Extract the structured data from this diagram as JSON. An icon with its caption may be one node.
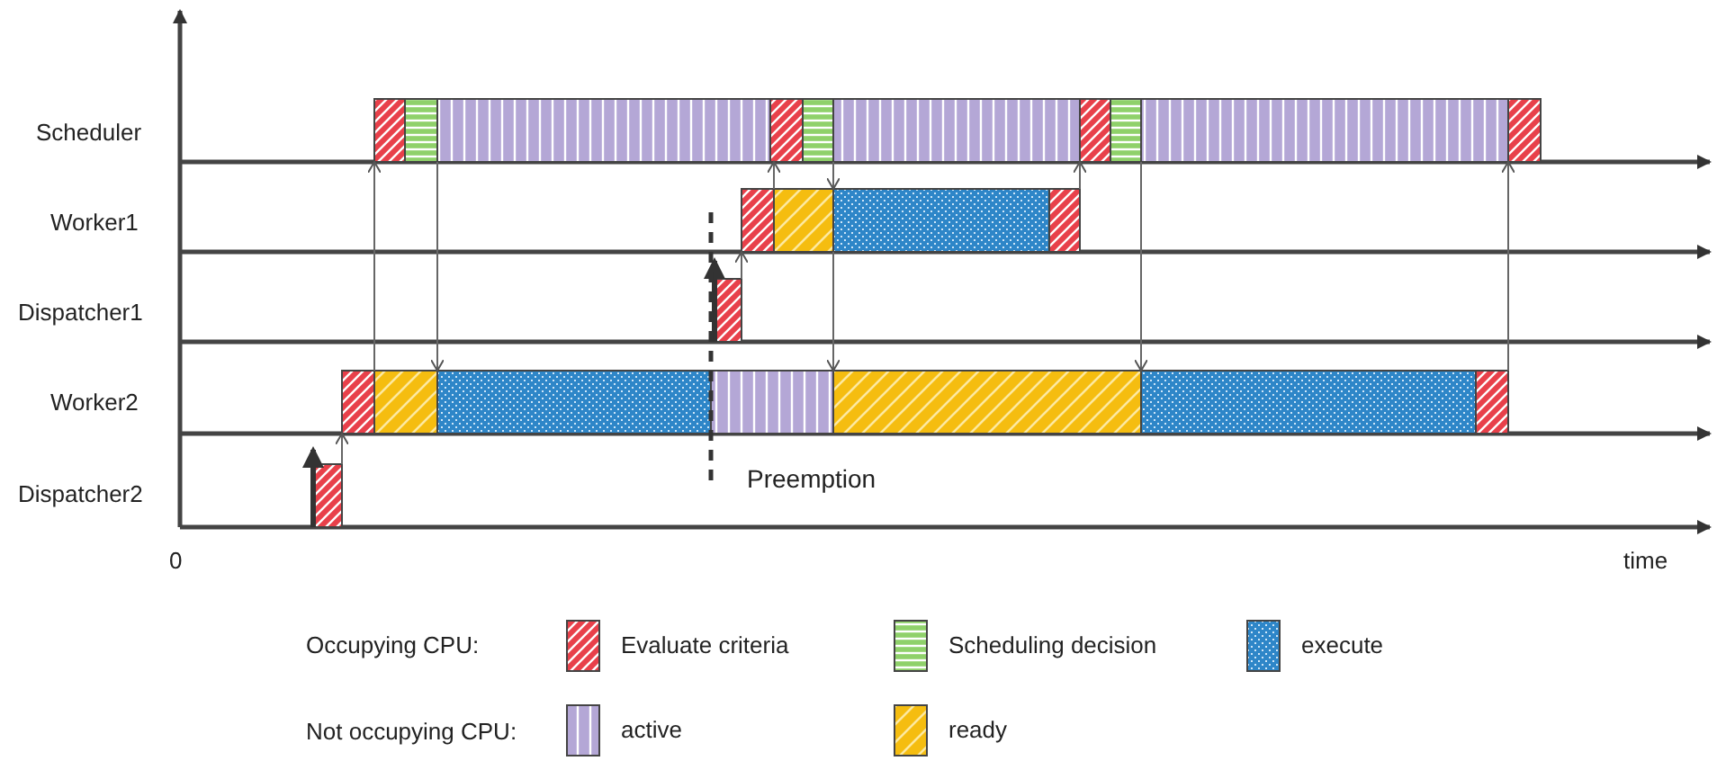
{
  "diagram": {
    "nodes": [
      {
        "text": [],
        "shape": "bar"
      },
      {
        "text": [],
        "shape": "bar"
      },
      {
        "text": [],
        "shape": "bar"
      },
      {
        "text": [],
        "shape": "bar"
      },
      {
        "text": [],
        "shape": "bar"
      },
      {
        "text": [],
        "shape": "bar"
      },
      {
        "text": [],
        "shape": "bar"
      },
      {
        "text": [],
        "shape": "bar"
      },
      {
        "text": [],
        "shape": "bar"
      },
      {
        "text": [],
        "shape": "bar"
      },
      {
        "text": [],
        "shape": "bar"
      },
      {
        "text": [],
        "shape": "bar"
      },
      {
        "text": [],
        "shape": "bar"
      },
      {
        "text": [],
        "shape": "bar"
      },
      {
        "text": [],
        "shape": "bar"
      },
      {
        "text": [],
        "shape": "bar"
      },
      {
        "text": [],
        "shape": "bar"
      },
      {
        "text": [],
        "shape": "bar"
      },
      {
        "text": [],
        "shape": "bar"
      },
      {
        "text": [],
        "shape": "bar"
      },
      {
        "text": [],
        "shape": "bar"
      },
      {
        "text": [],
        "shape": "bar"
      },
      {
        "text": [],
        "shape": "bar"
      }
    ],
    "edges": [
      {
        "from": 22,
        "to": 15,
        "arrow": "to"
      },
      {
        "from": 15,
        "to": 0,
        "arrow": "to"
      },
      {
        "from": 1,
        "to": 17,
        "arrow": "to"
      },
      {
        "from": 14,
        "to": 10,
        "arrow": "to"
      },
      {
        "from": 10,
        "to": 3,
        "arrow": "to"
      },
      {
        "from": 4,
        "to": 12,
        "arrow": "to"
      },
      {
        "from": 12,
        "to": 19,
        "arrow": "to"
      },
      {
        "from": 13,
        "to": 6,
        "arrow": "to"
      },
      {
        "from": 7,
        "to": 20,
        "arrow": "to"
      },
      {
        "from": 21,
        "to": 9,
        "arrow": "to"
      }
    ],
    "labels": [
      "Scheduler",
      "Worker1",
      "Dispatcher1",
      "Worker2",
      "Dispatcher2",
      "Preemption",
      "0",
      "time",
      "Occupying CPU:",
      "Not occupying CPU:"
    ],
    "legend": [
      {
        "text": "Evaluate criteria",
        "color": "#e8404a"
      },
      {
        "text": "Scheduling decision",
        "color": "#8fd16a"
      },
      {
        "text": "execute",
        "color": "#2e86c8"
      },
      {
        "text": "active",
        "color": "#b4a7d6"
      },
      {
        "text": "ready",
        "color": "#f5bd10"
      }
    ]
  }
}
